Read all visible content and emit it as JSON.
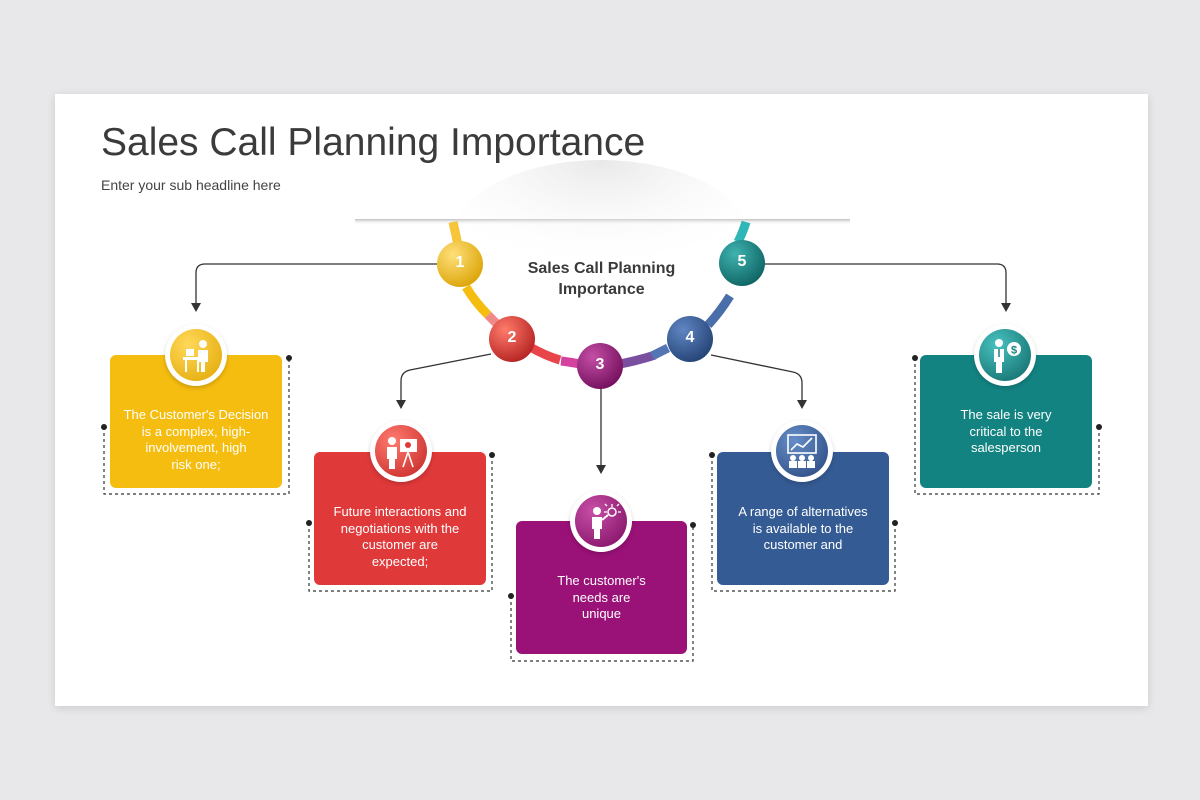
{
  "slide": {
    "title": "Sales Call Planning Importance",
    "subtitle": "Enter your sub headline here"
  },
  "center": {
    "line1": "Sales Call Planning",
    "line2": "Importance"
  },
  "steps": [
    {
      "number": "1",
      "color": "#f5bd0f",
      "icon": "businessman-desk-icon",
      "text_lines": [
        "The Customer's Decision",
        "is a complex, high-",
        "involvement, high",
        "risk one;"
      ]
    },
    {
      "number": "2",
      "color": "#e0393a",
      "icon": "presenter-board-icon",
      "text_lines": [
        "Future interactions and",
        "negotiations with the",
        "customer are",
        "expected;"
      ]
    },
    {
      "number": "3",
      "color": "#9a1177",
      "icon": "person-idea-icon",
      "text_lines": [
        "The customer's",
        "needs are",
        "unique"
      ]
    },
    {
      "number": "4",
      "color": "#355b94",
      "icon": "audience-chart-icon",
      "text_lines": [
        "A range of alternatives",
        "is available to the",
        "customer and"
      ]
    },
    {
      "number": "5",
      "color": "#138382",
      "icon": "businessman-dollar-icon",
      "text_lines": [
        "The sale is very",
        "critical to the",
        "salesperson"
      ]
    }
  ]
}
